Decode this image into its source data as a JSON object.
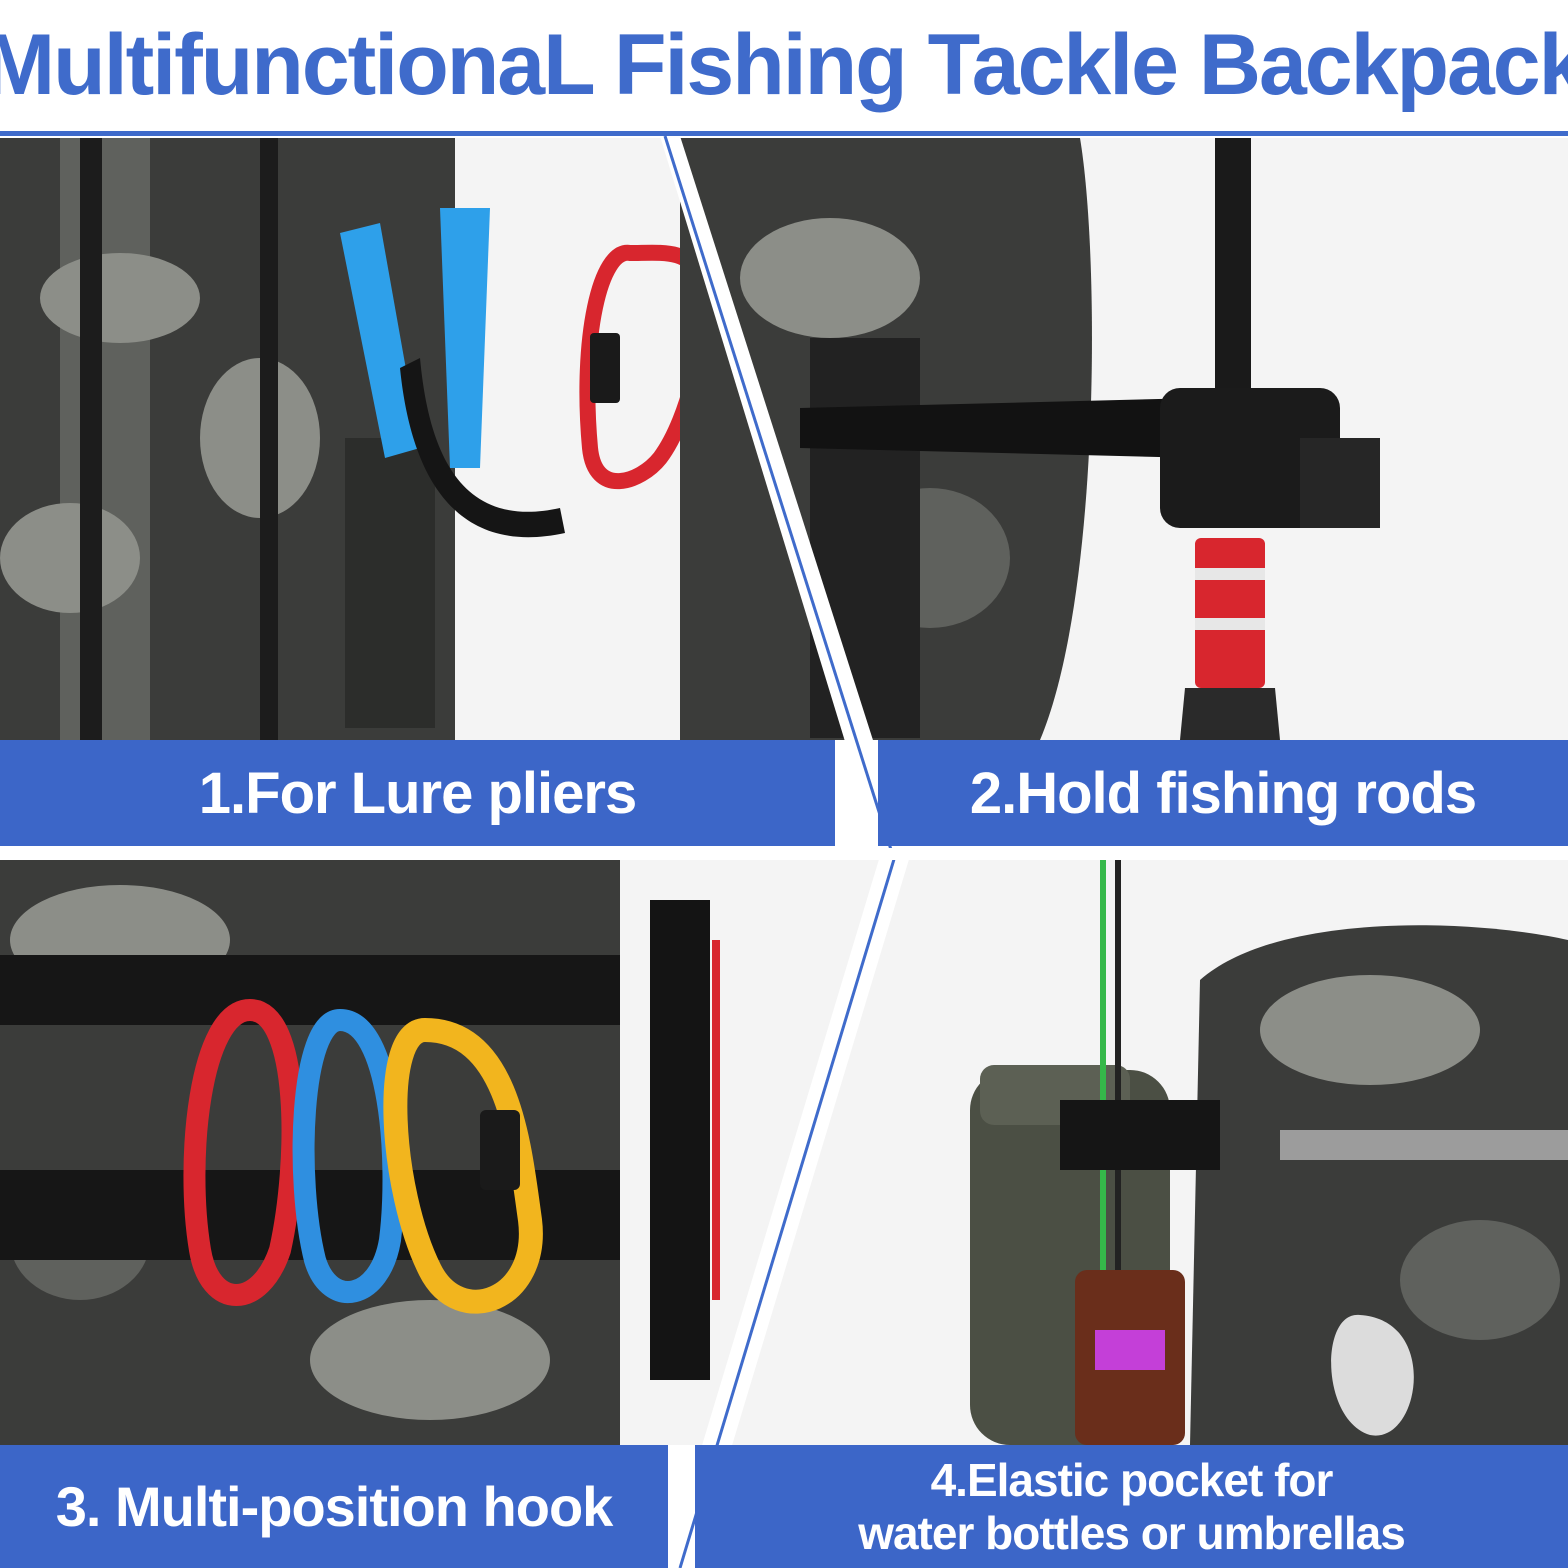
{
  "title": "MultifunctionaL Fishing Tackle Backpack",
  "colors": {
    "accent_blue": "#3f6bcb",
    "banner_blue": "#3c66c8",
    "camo_dark": "#3b3c3a",
    "camo_mid": "#5f615d",
    "camo_light": "#8c8e88",
    "carabiner_red": "#d8262e",
    "carabiner_blue": "#2f8fe0",
    "carabiner_yellow": "#f2b51e",
    "plier_blue": "#2ea0ea"
  },
  "panels": [
    {
      "caption": "1.For Lure pliers"
    },
    {
      "caption": "2.Hold fishing rods"
    },
    {
      "caption": "3. Multi-position hook"
    },
    {
      "caption_line1": "4.Elastic pocket for",
      "caption_line2": "water bottles or umbrellas"
    }
  ]
}
